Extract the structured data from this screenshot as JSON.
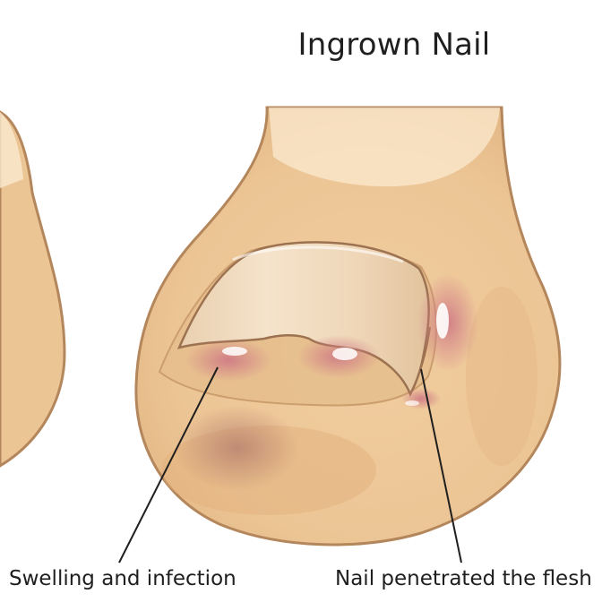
{
  "title": "Ingrown Nail",
  "labels": {
    "swelling": "Swelling and infection",
    "penetrated": "Nail penetrated the flesh"
  },
  "colors": {
    "skin": "#ecc595",
    "skin_light": "#fbe9cf",
    "outline": "#b4865c",
    "nail": "#f2dcc0",
    "inflammation": "#d07c86",
    "bruise": "#b98270",
    "leader_line": "#1f1f1f"
  }
}
